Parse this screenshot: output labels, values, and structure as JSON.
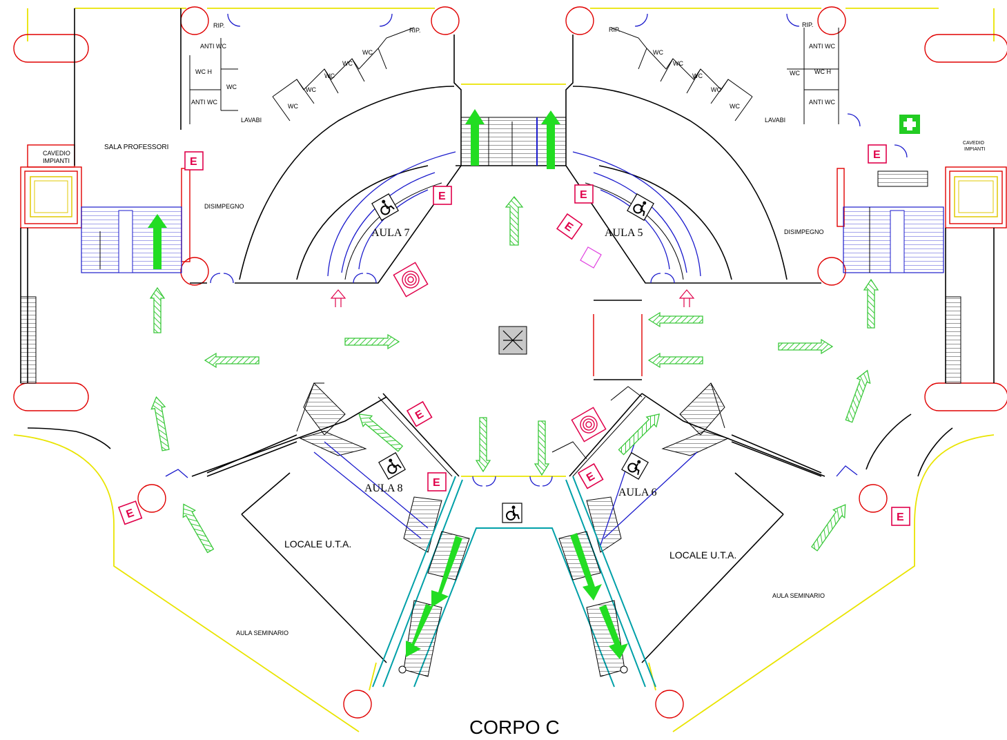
{
  "title": "CORPO  C",
  "rooms": {
    "aula7": "AULA  7",
    "aula5": "AULA  5",
    "aula8": "AULA  8",
    "aula6": "AULA  6",
    "uta_left": "LOCALE U.T.A.",
    "uta_right": "LOCALE U.T.A.",
    "seminario_left": "AULA SEMINARIO",
    "seminario_right": "AULA SEMINARIO",
    "sala_professori": "SALA PROFESSORI",
    "disimpegno_left": "DISIMPEGNO",
    "disimpegno_right": "DISIMPEGNO",
    "lavabi_left": "LAVABI",
    "lavabi_right": "LAVABI",
    "cavedio_left_1": "CAVEDIO",
    "cavedio_left_2": "IMPIANTI",
    "cavedio_right_1": "CAVEDIO",
    "cavedio_right_2": "IMPIANTI",
    "rip_1": "RIP.",
    "rip_2": "RIP.",
    "rip_3": "RIP.",
    "rip_4": "RIP.",
    "anti_wc_1": "ANTI WC",
    "anti_wc_2": "ANTI WC",
    "anti_wc_3": "ANTI WC",
    "anti_wc_4": "ANTI WC",
    "wc_h_left": "WC H",
    "wc_h_right": "WC H",
    "wc": "WC"
  },
  "symbols": {
    "exit_letter": "E"
  },
  "icons": [
    "wheelchair-icon",
    "exit-sign-icon",
    "fire-hose-icon",
    "first-aid-icon",
    "escape-arrow-icon",
    "elevator-icon"
  ],
  "colors": {
    "walls": "#000000",
    "perimeter": "#e9e400",
    "structure": "#e00000",
    "stairs": "#1a1acc",
    "escape_route": "#39c839",
    "exit_sign": "#e0004a",
    "ramp": "#00a0a8"
  }
}
